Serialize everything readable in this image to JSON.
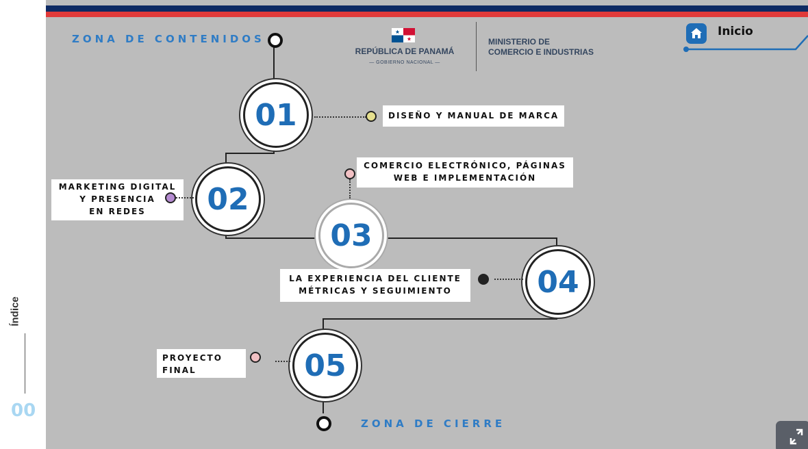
{
  "sidebar": {
    "label": "Índice",
    "number": "00"
  },
  "header": {
    "zone_title": "ZONA DE CONTENIDOS",
    "logo_country": "REPÚBLICA DE PANAMÁ",
    "logo_subtitle": "— GOBIERNO NACIONAL —",
    "ministry_line1": "MINISTERIO DE",
    "ministry_line2": "COMERCIO E INDUSTRIAS",
    "home_label": "Inicio"
  },
  "steps": [
    {
      "number": "01",
      "label": "DISEÑO Y MANUAL DE MARCA",
      "dot_color": "#e6e08e"
    },
    {
      "number": "02",
      "label_line1": "MARKETING DIGITAL",
      "label_line2": "Y PRESENCIA",
      "label_line3": "EN REDES",
      "dot_color": "#b58bd1"
    },
    {
      "number": "03",
      "label_line1": "COMERCIO ELECTRÓNICO, PÁGINAS",
      "label_line2": "WEB E IMPLEMENTACIÓN",
      "dot_color": "#f2c1c4"
    },
    {
      "number": "04",
      "label_line1": "LA EXPERIENCIA DEL CLIENTE",
      "label_line2": "MÉTRICAS Y SEGUIMIENTO",
      "dot_color": "#222222"
    },
    {
      "number": "05",
      "label_line1": "PROYECTO",
      "label_line2": "FINAL",
      "dot_color": "#f2c1c4"
    }
  ],
  "footer": {
    "zone_title": "ZONA DE CIERRE"
  },
  "colors": {
    "accent": "#1f6db6",
    "zone_text": "#2f7cc5",
    "navy": "#0e2a63",
    "red": "#e13a3a",
    "background": "#bcbcbc"
  },
  "icons": {
    "home": "home-icon",
    "expand": "expand-icon"
  }
}
